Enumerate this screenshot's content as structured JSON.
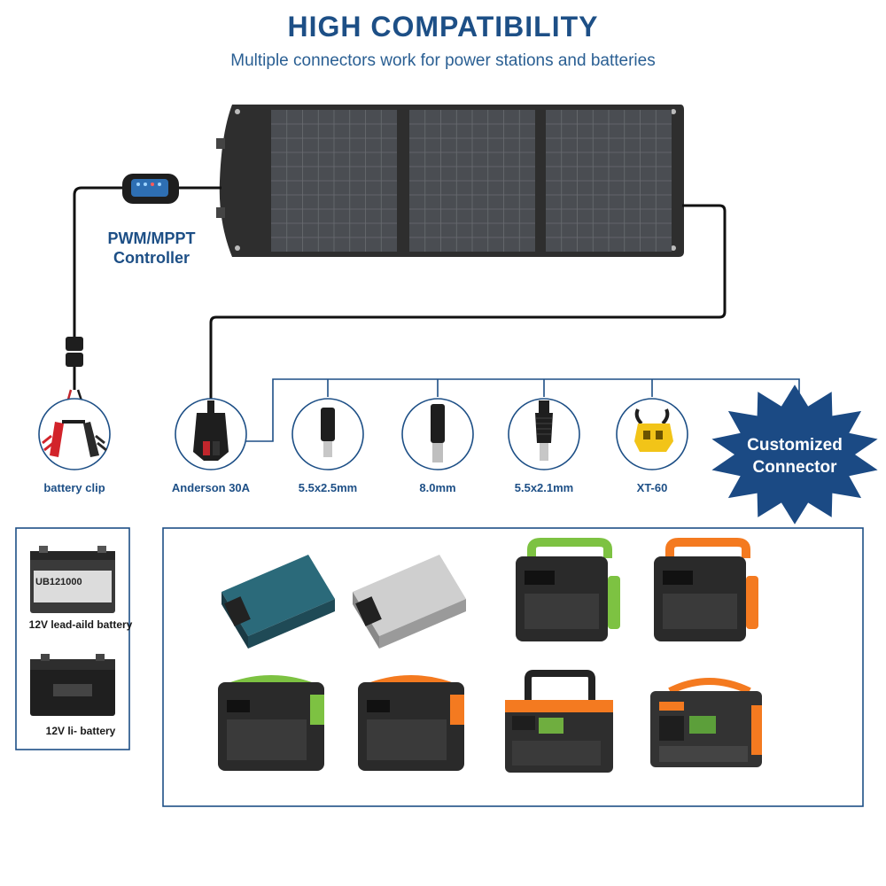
{
  "header": {
    "title": "HIGH COMPATIBILITY",
    "subtitle": "Multiple connectors work for power stations and batteries"
  },
  "controller": {
    "line1": "PWM/MPPT",
    "line2": "Controller"
  },
  "connectors": [
    {
      "label": "battery clip"
    },
    {
      "label": "Anderson 30A"
    },
    {
      "label": "5.5x2.5mm"
    },
    {
      "label": "8.0mm"
    },
    {
      "label": "5.5x2.1mm"
    },
    {
      "label": "XT-60"
    }
  ],
  "custom_badge": {
    "line1": "Customized",
    "line2": "Connector"
  },
  "batteries": [
    {
      "label": "12V lead-aild battery",
      "brand_text": "UB121000"
    },
    {
      "label": "12V li- battery"
    }
  ],
  "colors": {
    "brand_blue": "#1d4f86",
    "badge_blue": "#1b4a84",
    "panel_dark": "#2e2e2e",
    "accent_green": "#7dc242",
    "accent_orange": "#f47a20"
  }
}
